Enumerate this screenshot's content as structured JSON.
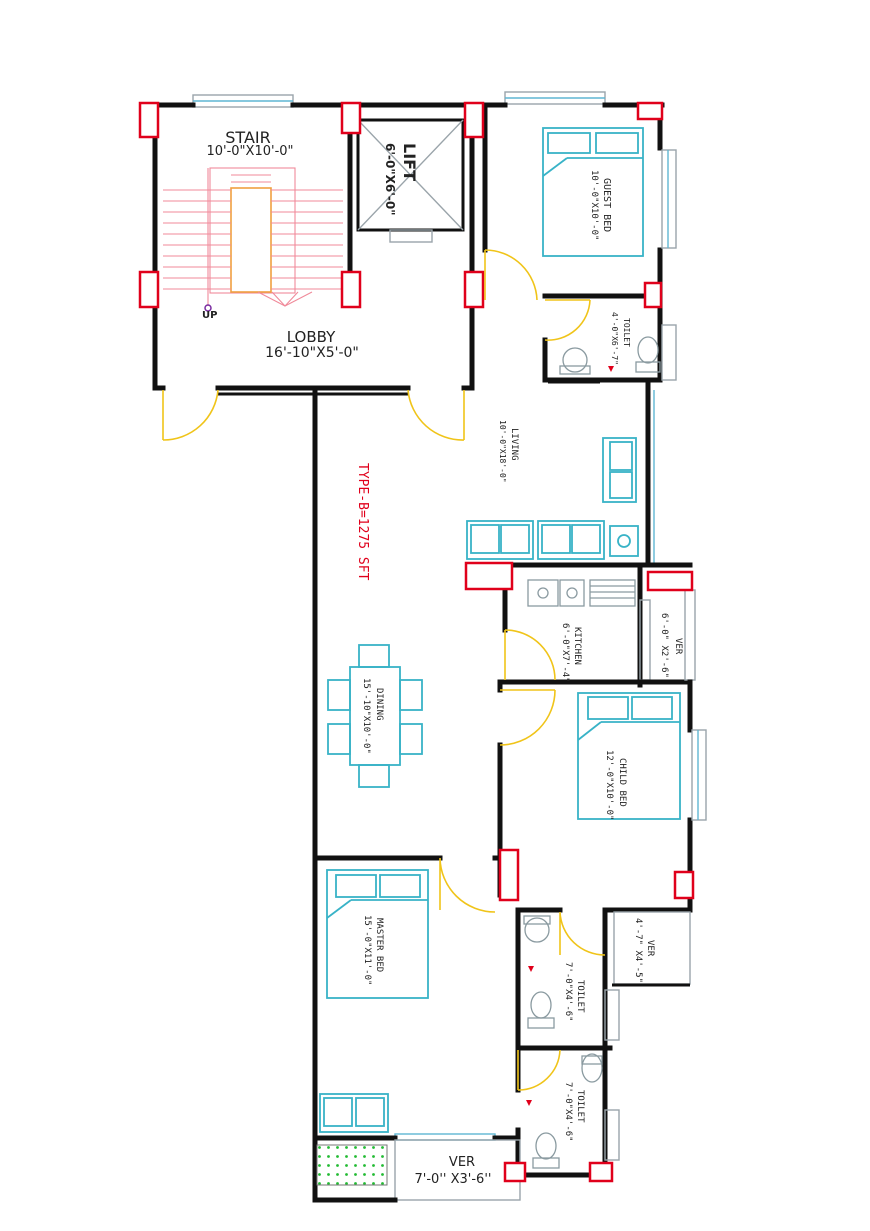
{
  "rooms": {
    "stair": {
      "name": "STAIR",
      "size": "10'-0\"X10'-0\""
    },
    "lift": {
      "name": "LIFT",
      "size": "6'-0\"X6'-0\""
    },
    "lobby": {
      "name": "LOBBY",
      "size": "16'-10\"X5'-0\""
    },
    "stair_up": "UP",
    "guest_bed": {
      "name": "GUEST BED",
      "size": "10'-0\"X10'-0\""
    },
    "toilet_top": {
      "name": "TOILET",
      "size": "4'-0\"X6'-7\""
    },
    "living": {
      "name": "LIVING",
      "size": "10'-0\"X18'-0\""
    },
    "kitchen": {
      "name": "KITCHEN",
      "size": "6'-0\"X7'-4\""
    },
    "ver_top": {
      "name": "VER",
      "size": "6'-0\" X2'-6\""
    },
    "dining": {
      "name": "DINING",
      "size": "15'-10\"X10'-0\""
    },
    "child_bed": {
      "name": "CHILD BED",
      "size": "12'-0\"X10'-0\""
    },
    "master_bed": {
      "name": "MASTER BED",
      "size": "15'-0\"X11'-0\""
    },
    "toilet_mid": {
      "name": "TOILET",
      "size": "7'-0\"X4'-6\""
    },
    "ver_mid": {
      "name": "VER",
      "size": "4'-7\" X4'-5\""
    },
    "toilet_bot": {
      "name": "TOILET",
      "size": "7'-0\"X4'-6\""
    },
    "ver_bot": {
      "name": "VER",
      "size": "7'-0'' X3'-6''"
    }
  },
  "unit_type": "TYPE-B=1275 SFT",
  "colors": {
    "wall": "#111111",
    "column": "#e0001b",
    "door": "#f0c419",
    "furniture": "#38b3c7",
    "stair": "#f08a9a",
    "type_label": "#e0001b",
    "planter": "#22bb33"
  }
}
